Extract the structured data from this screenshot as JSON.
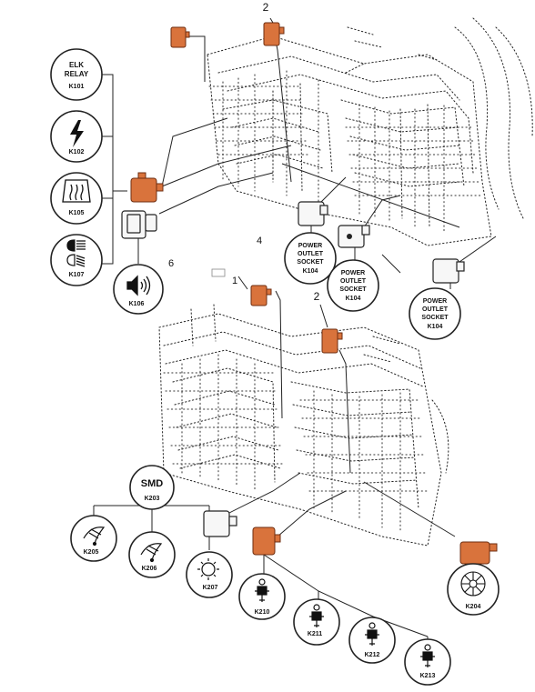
{
  "callouts": {
    "elk_relay": [
      "ELK",
      "RELAY",
      "K101"
    ],
    "k102": "K102",
    "k105": "K105",
    "k107": "K107",
    "k106": "K106",
    "smd": [
      "SMD",
      "K203"
    ],
    "k205": "K205",
    "k206": "K206",
    "k207": "K207",
    "k210": "K210",
    "k211": "K211",
    "k212": "K212",
    "k213": "K213",
    "k204": "K204",
    "power_outlet_1": [
      "POWER",
      "OUTLET",
      "SOCKET",
      "K104"
    ],
    "power_outlet_2": [
      "POWER",
      "OUTLET",
      "SOCKET",
      "K104"
    ],
    "power_outlet_3": [
      "POWER",
      "OUTLET",
      "SOCKET",
      "K104"
    ]
  },
  "position_numbers": {
    "n2_top": "2",
    "n4": "4",
    "n6": "6",
    "n1": "1",
    "n2_mid": "2"
  },
  "icons": {
    "k102": "lightning-bolt-icon",
    "k105": "heated-rear-window-icon",
    "k107": "headlight-icon",
    "k106": "horn-speaker-icon",
    "k205": "wiper-icon",
    "k206": "wiper-icon",
    "k207": "light-icon",
    "k210": "pump-icon",
    "k211": "pump-icon",
    "k212": "pump-icon",
    "k213": "pump-icon",
    "k204": "fan-wheel-icon"
  },
  "colors": {
    "relay_accent": "#d9733c",
    "relay_outline": "#6e2e10",
    "line": "#222222"
  }
}
